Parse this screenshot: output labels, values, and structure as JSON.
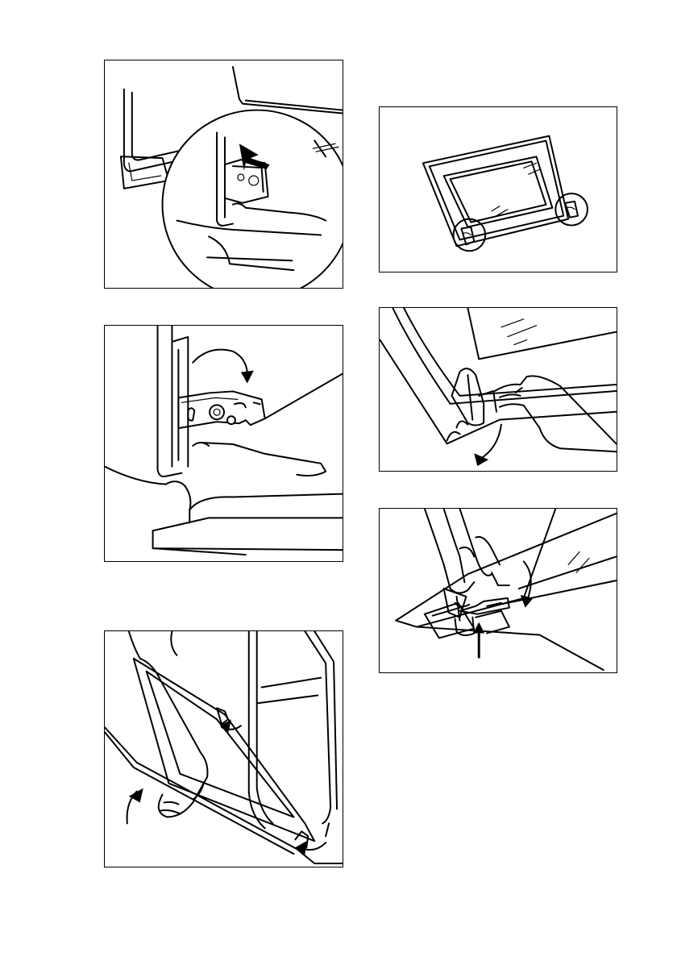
{
  "page": {
    "figures": [
      {
        "id": "hinge-lock-closeup",
        "icon": "oven-hinge-arrow-illustration"
      },
      {
        "id": "hinge-lever-rotate",
        "icon": "hinge-lever-rotate-illustration"
      },
      {
        "id": "door-lift-off",
        "icon": "door-removal-illustration"
      },
      {
        "id": "door-glass-panel-overview",
        "icon": "door-panel-illustration"
      },
      {
        "id": "door-clip-release",
        "icon": "door-clip-pull-illustration"
      },
      {
        "id": "door-clip-reinstall",
        "icon": "door-clip-push-illustration"
      }
    ]
  }
}
